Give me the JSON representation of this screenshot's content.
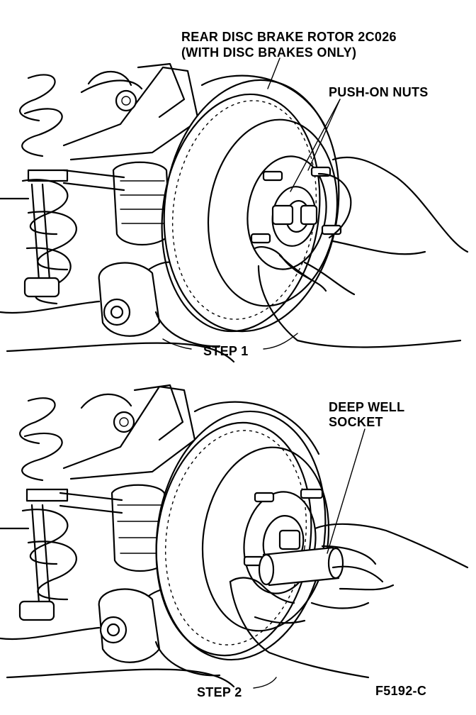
{
  "figure": {
    "callouts": {
      "rotor_line1": "REAR DISC BRAKE ROTOR 2C026",
      "rotor_line2": "(WITH DISC BRAKES ONLY)",
      "push_on_nuts": "PUSH-ON NUTS",
      "deep_well_line1": "DEEP WELL",
      "deep_well_line2": "SOCKET"
    },
    "steps": {
      "step1": "STEP 1",
      "step2": "STEP 2"
    },
    "figure_id": "F5192-C"
  }
}
